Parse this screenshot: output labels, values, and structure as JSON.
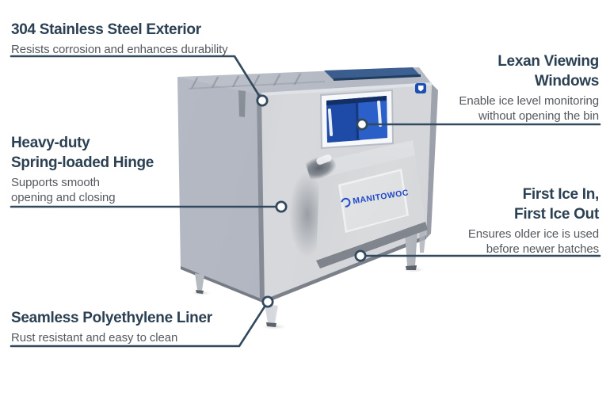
{
  "palette": {
    "title_color": "#2b4053",
    "body_color": "#54585f",
    "connector_color": "#33495e",
    "brand_blue": "#2149c9",
    "window_blue": "#2c60cb",
    "window_blue_dark": "#1c4094",
    "steel_light": "#d6d8db",
    "steel_mid": "#b4b8c2",
    "steel_dark": "#8c919b"
  },
  "product": {
    "brand": "MANITOWOC"
  },
  "callouts": [
    {
      "name": "stainless-steel-exterior",
      "side": "left",
      "title_lines": [
        "304 Stainless Steel Exterior"
      ],
      "desc_lines": [
        "Resists corrosion and enhances durability"
      ]
    },
    {
      "name": "spring-loaded-hinge",
      "side": "left",
      "title_lines": [
        "Heavy-duty",
        "Spring-loaded Hinge"
      ],
      "desc_lines": [
        "Supports smooth",
        "opening and closing"
      ]
    },
    {
      "name": "polyethylene-liner",
      "side": "left",
      "title_lines": [
        "Seamless Polyethylene Liner"
      ],
      "desc_lines": [
        "Rust resistant and easy to clean"
      ]
    },
    {
      "name": "lexan-viewing-windows",
      "side": "right",
      "title_lines": [
        "Lexan Viewing",
        "Windows"
      ],
      "desc_lines": [
        "Enable ice level monitoring",
        "without opening the bin"
      ]
    },
    {
      "name": "first-ice-in-first-ice-out",
      "side": "right",
      "title_lines": [
        "First Ice In,",
        "First Ice Out"
      ],
      "desc_lines": [
        "Ensures older ice is used",
        "before newer batches"
      ]
    }
  ]
}
